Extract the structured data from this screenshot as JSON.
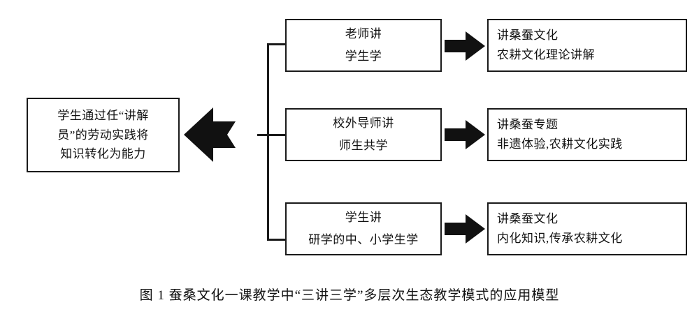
{
  "figure": {
    "caption": "图 1  蚕桑文化一课教学中“三讲三学”多层次生态教学模式的应用模型",
    "background_color": "#ffffff",
    "stroke_color": "#1a1a1a",
    "text_color": "#111111"
  },
  "outcome": {
    "lines": [
      "学生通过任“讲解",
      "员”的劳动实践将",
      "知识转化为能力"
    ]
  },
  "rows": [
    {
      "method": {
        "lines": [
          "老师讲",
          "学生学"
        ]
      },
      "content": {
        "lines": [
          "讲桑蚕文化",
          "农耕文化理论讲解"
        ]
      }
    },
    {
      "method": {
        "lines": [
          "校外导师讲",
          "师生共学"
        ]
      },
      "content": {
        "lines": [
          "讲桑蚕专题",
          "非遗体验,农耕文化实践"
        ]
      }
    },
    {
      "method": {
        "lines": [
          "学生讲",
          "研学的中、小学生学"
        ]
      },
      "content": {
        "lines": [
          "讲桑蚕文化",
          "内化知识,传承农耕文化"
        ]
      }
    }
  ],
  "connectors": {
    "aggregate_arrow": "left-block-arrow",
    "row_arrows": [
      "right-block-arrow",
      "right-block-arrow",
      "right-block-arrow"
    ],
    "bracket": "curly-brace-connector"
  }
}
